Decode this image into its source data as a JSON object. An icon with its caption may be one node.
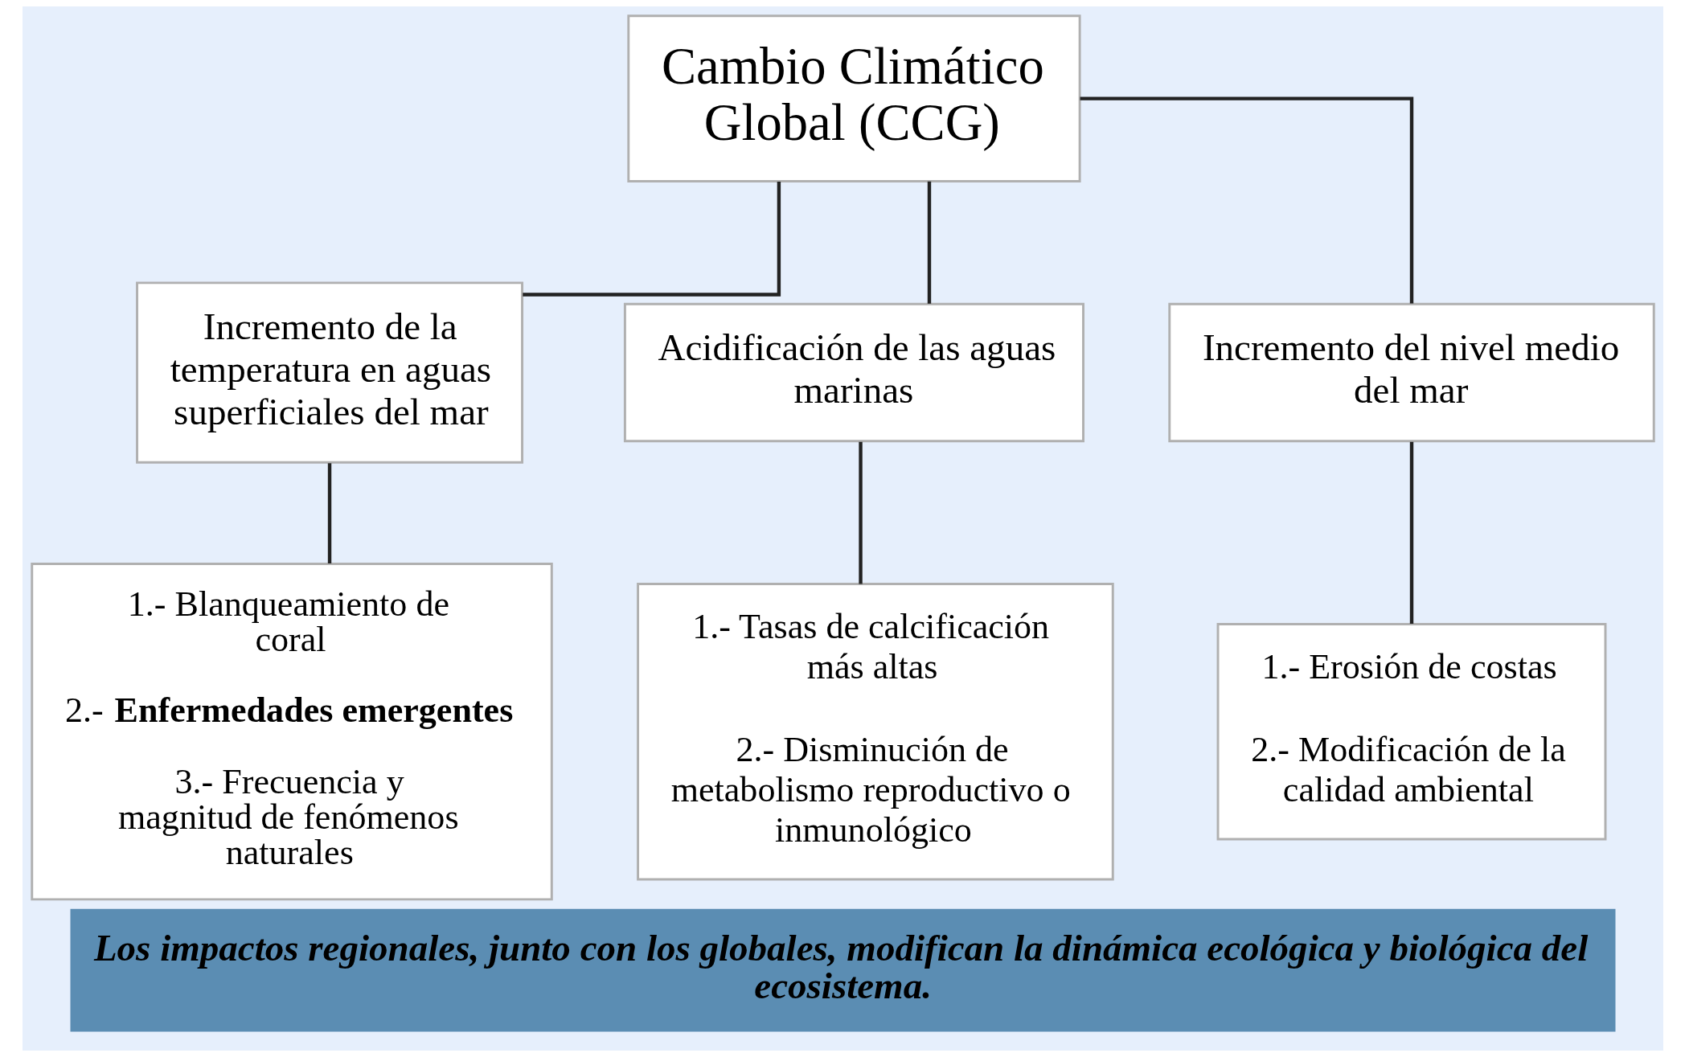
{
  "diagram": {
    "caption": "Los impactos regionales, junto con los globales, modifican la dinámica ecológica y biológica del ecosistema.",
    "nodes": [
      {
        "text": [
          "Cambio Climático Global (CCG)"
        ]
      },
      {
        "text": [
          "Incremento de la temperatura en aguas superficiales del mar"
        ]
      },
      {
        "text": [
          "Acidificación de las aguas marinas"
        ]
      },
      {
        "text": [
          "Incremento del nivel medio del mar"
        ]
      },
      {
        "text": [
          "1.- Blanqueamiento de coral",
          "2.- **Enfermedades emergentes**",
          "3.- Frecuencia y magnitud de fenómenos naturales"
        ]
      },
      {
        "text": [
          "1.- Tasas de calcificación más altas",
          "2.- Disminución de metabolismo reproductivo o inmunológico"
        ]
      },
      {
        "text": [
          "1.- Erosión de costas",
          "2.- Modificación de la calidad ambiental"
        ]
      }
    ],
    "edges": [
      {
        "from": 0,
        "to": 1,
        "arrow": "none"
      },
      {
        "from": 0,
        "to": 2,
        "arrow": "none"
      },
      {
        "from": 0,
        "to": 3,
        "arrow": "none"
      },
      {
        "from": 1,
        "to": 4,
        "arrow": "none"
      },
      {
        "from": 2,
        "to": 5,
        "arrow": "none"
      },
      {
        "from": 3,
        "to": 6,
        "arrow": "none"
      }
    ]
  }
}
